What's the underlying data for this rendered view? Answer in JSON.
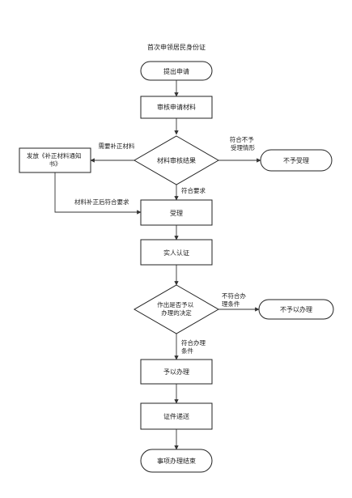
{
  "title": "首次申领居民身份证",
  "nodes": {
    "start": "提出申请",
    "review": "审核申请材料",
    "decision1": "材料审核结果",
    "supplement": "发放《补正材料通知书》",
    "reject1": "不予受理",
    "accept": "受理",
    "verify": "实人认证",
    "decision2": "作出是否予以办理的决定",
    "reject2": "不予以办理",
    "approve": "予以办理",
    "deliver": "证件递送",
    "end": "事项办理结束"
  },
  "edges": {
    "need_supplement": "需要补正材料",
    "not_meet_accept": "符合不予受理情形",
    "meets_requirements": "符合要求",
    "supplement_done": "材料补正后符合要求",
    "not_meet_handle": "不符合办理条件",
    "meets_handle": "符合办理条件"
  }
}
